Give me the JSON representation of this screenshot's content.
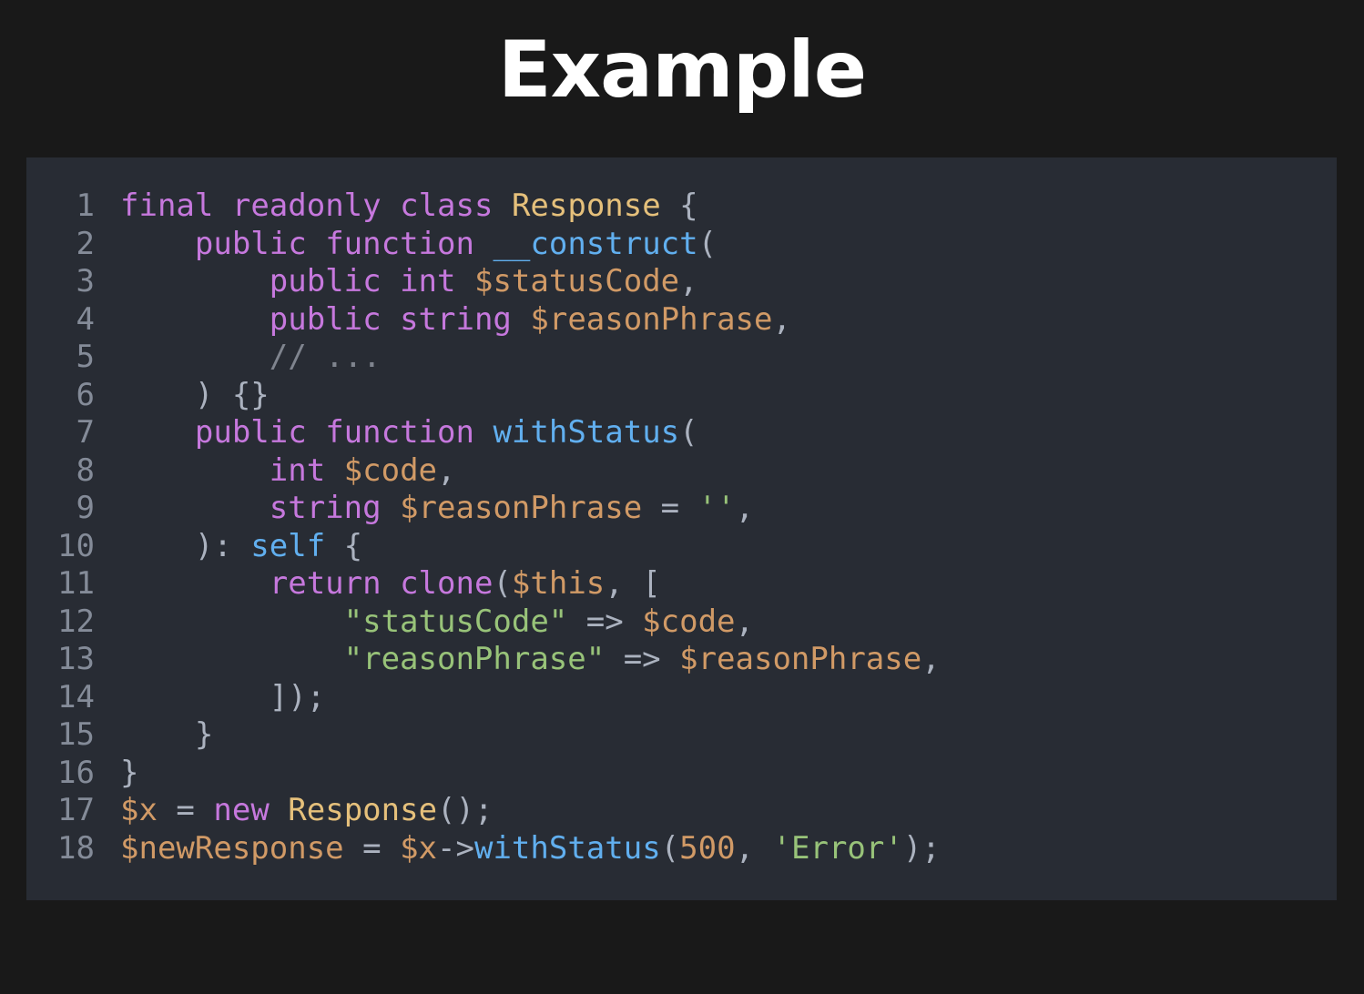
{
  "slide": {
    "title": "Example"
  },
  "colors": {
    "background": "#191919",
    "panel": "#282c34",
    "line_number": "#848b98",
    "keyword": "#c678dd",
    "class_name": "#e5c07b",
    "function_name": "#61afef",
    "variable": "#d19a66",
    "string": "#98c379",
    "punctuation": "#abb2bf",
    "comment": "#7f848e"
  },
  "code": {
    "language": "php",
    "lines": [
      {
        "number": "1",
        "tokens": [
          {
            "text": "final",
            "type": "keyword"
          },
          {
            "text": " ",
            "type": "punctuation"
          },
          {
            "text": "readonly",
            "type": "keyword"
          },
          {
            "text": " ",
            "type": "punctuation"
          },
          {
            "text": "class",
            "type": "keyword"
          },
          {
            "text": " ",
            "type": "punctuation"
          },
          {
            "text": "Response",
            "type": "class_name"
          },
          {
            "text": " {",
            "type": "punctuation"
          }
        ]
      },
      {
        "number": "2",
        "tokens": [
          {
            "text": "    ",
            "type": "punctuation"
          },
          {
            "text": "public",
            "type": "keyword"
          },
          {
            "text": " ",
            "type": "punctuation"
          },
          {
            "text": "function",
            "type": "keyword"
          },
          {
            "text": " ",
            "type": "punctuation"
          },
          {
            "text": "__construct",
            "type": "function_name"
          },
          {
            "text": "(",
            "type": "punctuation"
          }
        ]
      },
      {
        "number": "3",
        "tokens": [
          {
            "text": "        ",
            "type": "punctuation"
          },
          {
            "text": "public",
            "type": "keyword"
          },
          {
            "text": " ",
            "type": "punctuation"
          },
          {
            "text": "int",
            "type": "keyword"
          },
          {
            "text": " ",
            "type": "punctuation"
          },
          {
            "text": "$statusCode",
            "type": "variable"
          },
          {
            "text": ",",
            "type": "punctuation"
          }
        ]
      },
      {
        "number": "4",
        "tokens": [
          {
            "text": "        ",
            "type": "punctuation"
          },
          {
            "text": "public",
            "type": "keyword"
          },
          {
            "text": " ",
            "type": "punctuation"
          },
          {
            "text": "string",
            "type": "keyword"
          },
          {
            "text": " ",
            "type": "punctuation"
          },
          {
            "text": "$reasonPhrase",
            "type": "variable"
          },
          {
            "text": ",",
            "type": "punctuation"
          }
        ]
      },
      {
        "number": "5",
        "tokens": [
          {
            "text": "        ",
            "type": "punctuation"
          },
          {
            "text": "// ...",
            "type": "comment"
          }
        ]
      },
      {
        "number": "6",
        "tokens": [
          {
            "text": "    ) {}",
            "type": "punctuation"
          }
        ]
      },
      {
        "number": "7",
        "tokens": [
          {
            "text": "    ",
            "type": "punctuation"
          },
          {
            "text": "public",
            "type": "keyword"
          },
          {
            "text": " ",
            "type": "punctuation"
          },
          {
            "text": "function",
            "type": "keyword"
          },
          {
            "text": " ",
            "type": "punctuation"
          },
          {
            "text": "withStatus",
            "type": "function_name"
          },
          {
            "text": "(",
            "type": "punctuation"
          }
        ]
      },
      {
        "number": "8",
        "tokens": [
          {
            "text": "        ",
            "type": "punctuation"
          },
          {
            "text": "int",
            "type": "keyword"
          },
          {
            "text": " ",
            "type": "punctuation"
          },
          {
            "text": "$code",
            "type": "variable"
          },
          {
            "text": ",",
            "type": "punctuation"
          }
        ]
      },
      {
        "number": "9",
        "tokens": [
          {
            "text": "        ",
            "type": "punctuation"
          },
          {
            "text": "string",
            "type": "keyword"
          },
          {
            "text": " ",
            "type": "punctuation"
          },
          {
            "text": "$reasonPhrase",
            "type": "variable"
          },
          {
            "text": " = ",
            "type": "punctuation"
          },
          {
            "text": "''",
            "type": "string"
          },
          {
            "text": ",",
            "type": "punctuation"
          }
        ]
      },
      {
        "number": "10",
        "tokens": [
          {
            "text": "    ): ",
            "type": "punctuation"
          },
          {
            "text": "self",
            "type": "function_name"
          },
          {
            "text": " {",
            "type": "punctuation"
          }
        ]
      },
      {
        "number": "11",
        "tokens": [
          {
            "text": "        ",
            "type": "punctuation"
          },
          {
            "text": "return",
            "type": "keyword"
          },
          {
            "text": " ",
            "type": "punctuation"
          },
          {
            "text": "clone",
            "type": "keyword"
          },
          {
            "text": "(",
            "type": "punctuation"
          },
          {
            "text": "$this",
            "type": "variable"
          },
          {
            "text": ", [",
            "type": "punctuation"
          }
        ]
      },
      {
        "number": "12",
        "tokens": [
          {
            "text": "            ",
            "type": "punctuation"
          },
          {
            "text": "\"statusCode\"",
            "type": "string"
          },
          {
            "text": " => ",
            "type": "punctuation"
          },
          {
            "text": "$code",
            "type": "variable"
          },
          {
            "text": ",",
            "type": "punctuation"
          }
        ]
      },
      {
        "number": "13",
        "tokens": [
          {
            "text": "            ",
            "type": "punctuation"
          },
          {
            "text": "\"reasonPhrase\"",
            "type": "string"
          },
          {
            "text": " => ",
            "type": "punctuation"
          },
          {
            "text": "$reasonPhrase",
            "type": "variable"
          },
          {
            "text": ",",
            "type": "punctuation"
          }
        ]
      },
      {
        "number": "14",
        "tokens": [
          {
            "text": "        ]);",
            "type": "punctuation"
          }
        ]
      },
      {
        "number": "15",
        "tokens": [
          {
            "text": "    }",
            "type": "punctuation"
          }
        ]
      },
      {
        "number": "16",
        "tokens": [
          {
            "text": "}",
            "type": "punctuation"
          }
        ]
      },
      {
        "number": "17",
        "tokens": [
          {
            "text": "$x",
            "type": "variable"
          },
          {
            "text": " = ",
            "type": "punctuation"
          },
          {
            "text": "new",
            "type": "keyword"
          },
          {
            "text": " ",
            "type": "punctuation"
          },
          {
            "text": "Response",
            "type": "class_name"
          },
          {
            "text": "();",
            "type": "punctuation"
          }
        ]
      },
      {
        "number": "18",
        "tokens": [
          {
            "text": "$newResponse",
            "type": "variable"
          },
          {
            "text": " = ",
            "type": "punctuation"
          },
          {
            "text": "$x",
            "type": "variable"
          },
          {
            "text": "->",
            "type": "punctuation"
          },
          {
            "text": "withStatus",
            "type": "function_name"
          },
          {
            "text": "(",
            "type": "punctuation"
          },
          {
            "text": "500",
            "type": "variable"
          },
          {
            "text": ", ",
            "type": "punctuation"
          },
          {
            "text": "'Error'",
            "type": "string"
          },
          {
            "text": ");",
            "type": "punctuation"
          }
        ]
      }
    ]
  }
}
